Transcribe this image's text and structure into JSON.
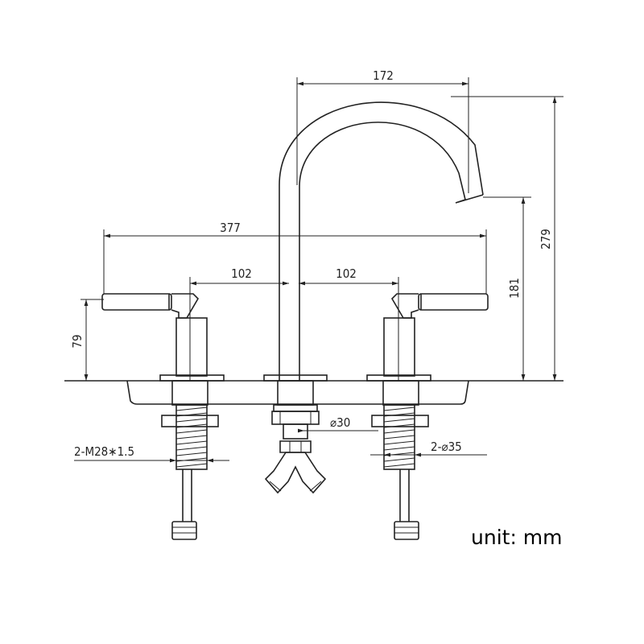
{
  "dimensions": {
    "spout_reach": "172",
    "total_height": "279",
    "overall_width": "377",
    "left_spacing": "102",
    "right_spacing": "102",
    "handle_height": "79",
    "spout_height": "181",
    "center_hole_diameter": "⌀30",
    "side_hole_diameter": "2-⌀35",
    "thread_spec": "2-M28∗1.5"
  },
  "unit_label": "unit: mm",
  "colors": {
    "line": "#222222",
    "background": "#ffffff"
  }
}
